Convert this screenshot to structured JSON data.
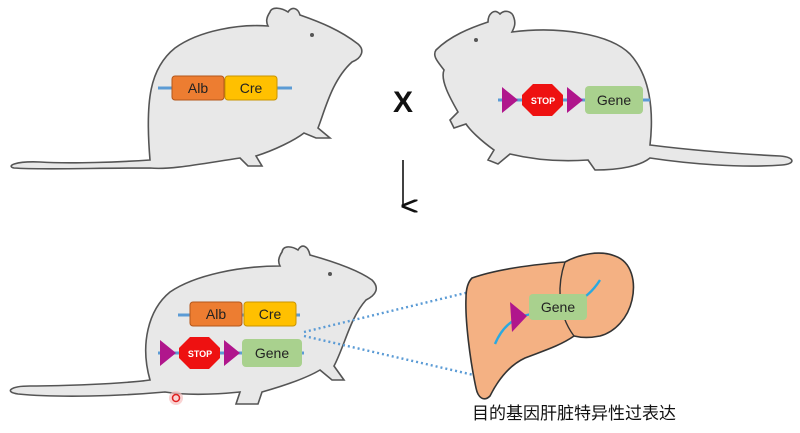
{
  "colors": {
    "mouse_fill": "#e8e8e8",
    "mouse_stroke": "#555555",
    "alb": "#ed7d31",
    "cre": "#ffc000",
    "gene": "#a9d18e",
    "stop": "#ee1111",
    "loxp": "#b0168c",
    "dna": "#5b9bd5",
    "liver": "#f4b183",
    "dotted_line": "#5b9bd5",
    "pointer": "#e02020"
  },
  "mouse1": {
    "alb": "Alb",
    "cre": "Cre"
  },
  "cross_symbol": "X",
  "mouse2": {
    "stop": "STOP",
    "gene": "Gene"
  },
  "arrow": "↓",
  "offspring": {
    "alb": "Alb",
    "cre": "Cre",
    "stop": "STOP",
    "gene": "Gene"
  },
  "liver": {
    "gene": "Gene"
  },
  "caption": "目的基因肝脏特异性过表达"
}
